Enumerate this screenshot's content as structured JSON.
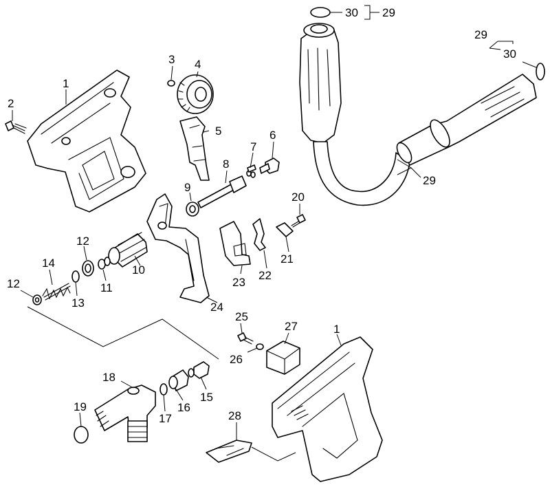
{
  "callouts": {
    "c1a": "1",
    "c1b": "1",
    "c2": "2",
    "c3": "3",
    "c4": "4",
    "c5": "5",
    "c6": "6",
    "c7": "7",
    "c8": "8",
    "c9": "9",
    "c10": "10",
    "c11": "11",
    "c12a": "12",
    "c12b": "12",
    "c13": "13",
    "c14": "14",
    "c15": "15",
    "c16": "16",
    "c17": "17",
    "c18": "18",
    "c19": "19",
    "c20": "20",
    "c21": "21",
    "c22": "22",
    "c23": "23",
    "c24": "24",
    "c25": "25",
    "c26": "26",
    "c27": "27",
    "c28": "28",
    "c29a": "29",
    "c29b": "29",
    "c29c": "29",
    "c30a": "30",
    "c30b": "30"
  }
}
